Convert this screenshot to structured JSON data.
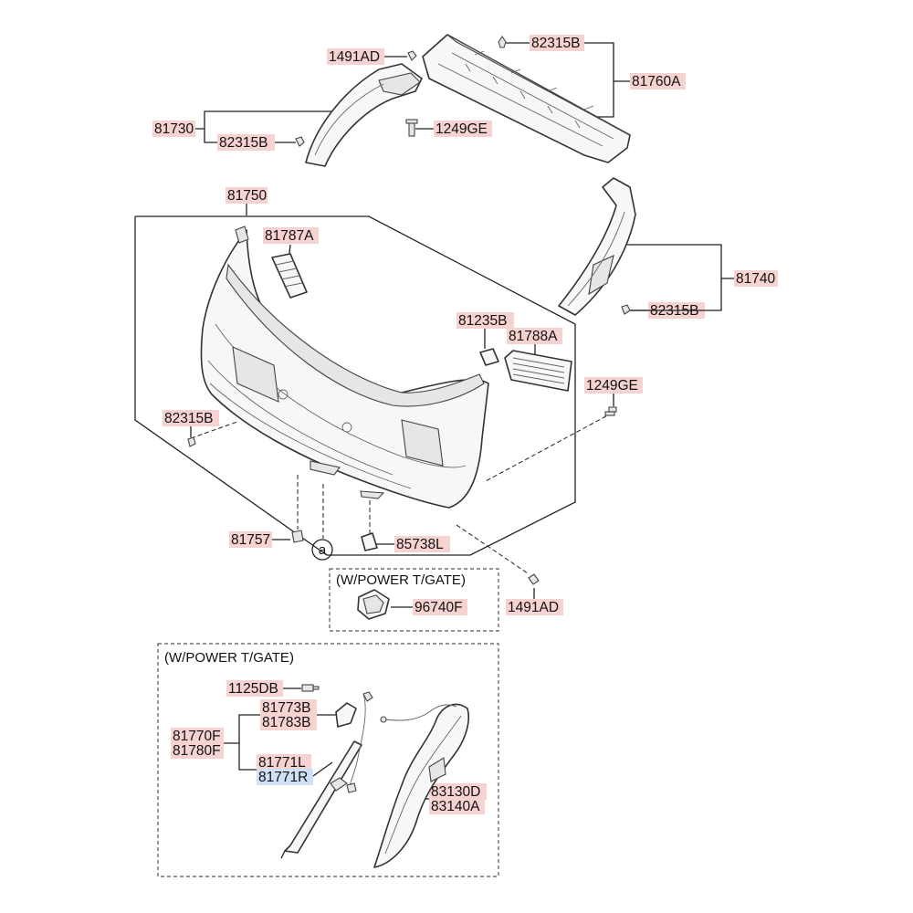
{
  "diagram": {
    "labels": {
      "l_1491AD_top": "1491AD",
      "l_82315B_top": "82315B",
      "l_81760A": "81760A",
      "l_81730": "81730",
      "l_82315B_left_top": "82315B",
      "l_1249GE_top": "1249GE",
      "l_81750": "81750",
      "l_81787A": "81787A",
      "l_81740": "81740",
      "l_82315B_right": "82315B",
      "l_81235B": "81235B",
      "l_81788A": "81788A",
      "l_1249GE_right": "1249GE",
      "l_82315B_left": "82315B",
      "l_81757": "81757",
      "l_85738L": "85738L",
      "l_96740F": "96740F",
      "l_1491AD_bottom": "1491AD",
      "l_1125DB": "1125DB",
      "l_81773B": "81773B",
      "l_81783B": "81783B",
      "l_81770F": "81770F",
      "l_81780F": "81780F",
      "l_81771L": "81771L",
      "l_81771R": "81771R",
      "l_83130D": "83130D",
      "l_83140A": "83140A"
    },
    "ref_marker": "a",
    "notes": {
      "power_tgate_1": "(W/POWER T/GATE)",
      "power_tgate_2": "(W/POWER T/GATE)"
    },
    "colors": {
      "label_highlight": "#f6d3d0",
      "label_selected": "#cfe0f7"
    }
  }
}
